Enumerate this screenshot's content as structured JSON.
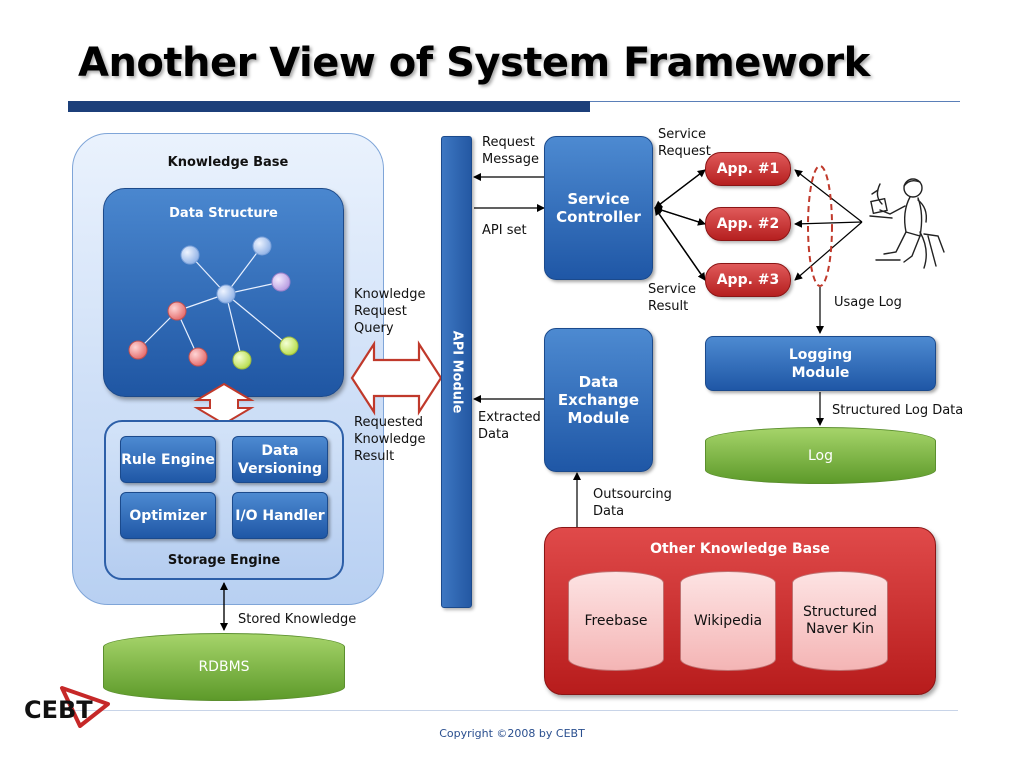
{
  "slide": {
    "title": "Another View of System Framework",
    "copyright": "Copyright ©2008 by CEBT",
    "logo_text": "CEBT"
  },
  "knowledge_base": {
    "title": "Knowledge Base",
    "data_structure": "Data Structure",
    "storage_engine": {
      "title": "Storage Engine",
      "modules": [
        "Rule Engine",
        "Data Versioning",
        "Optimizer",
        "I/O Handler"
      ]
    }
  },
  "api_module": "API Module",
  "service_controller": "Service Controller",
  "apps": [
    "App. #1",
    "App. #2",
    "App. #3"
  ],
  "data_exchange_module": "Data Exchange Module",
  "logging_module": "Logging Module",
  "log_store": "Log",
  "rdbms": "RDBMS",
  "other_knowledge_base": {
    "title": "Other Knowledge Base",
    "sources": [
      "Freebase",
      "Wikipedia",
      "Structured Naver Kin"
    ]
  },
  "edge_labels": {
    "request_message": "Request Message",
    "api_set": "API set",
    "service_request": "Service Request",
    "service_result": "Service Result",
    "usage_log": "Usage Log",
    "structured_log_data": "Structured Log Data",
    "knowledge_request_query": "Knowledge Request Query",
    "requested_knowledge_result": "Requested Knowledge Result",
    "extracted_data": "Extracted Data",
    "outsourcing_data": "Outsourcing Data",
    "stored_knowledge": "Stored Knowledge"
  },
  "colors": {
    "blue_accent": "#1c3f7a",
    "app_red": "#c62828",
    "log_green": "#7cb342"
  },
  "icons": [
    "user-at-computer-icon"
  ]
}
